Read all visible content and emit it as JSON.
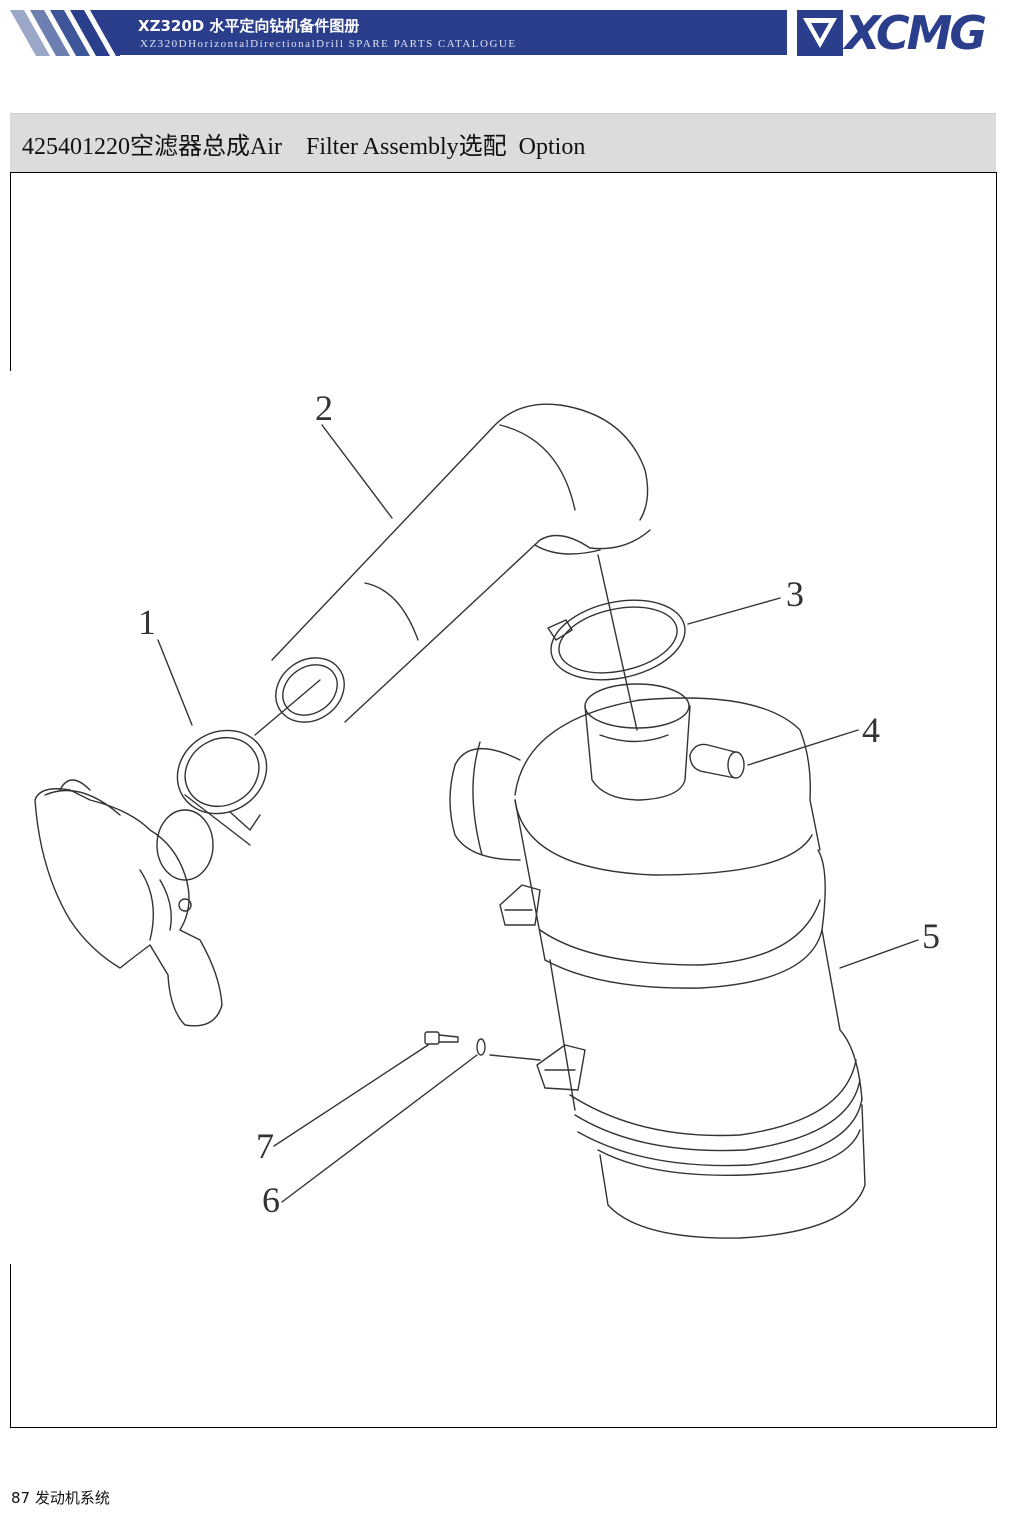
{
  "header": {
    "banner_title": "XZ320D 水平定向钻机备件图册",
    "banner_subtitle": "XZ320DHorizontalDirectionalDrill SPARE PARTS CATALOGUE",
    "logo_text": "XCMG",
    "brand_color": "#2a3e8c"
  },
  "title_bar": {
    "text": "425401220空滤器总成Air    Filter Assembly选配  Option"
  },
  "drawing": {
    "callouts": [
      "1",
      "2",
      "3",
      "4",
      "5",
      "6",
      "7"
    ]
  },
  "footer": {
    "page_label": "87 发动机系统"
  }
}
